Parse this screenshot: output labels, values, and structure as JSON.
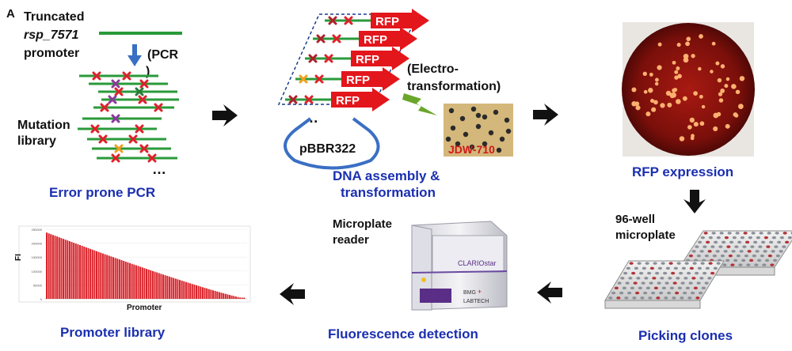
{
  "panel_label": "A",
  "step1": {
    "title_line1": "Truncated",
    "title_line2": "rsp_7571",
    "title_line3": "promoter",
    "pcr_label": "(PCR",
    "pcr_close": ")",
    "library_line1": "Mutation",
    "library_line2": "library",
    "ellipsis": "…",
    "caption": "Error prone PCR"
  },
  "step2": {
    "gene_label": "RFP",
    "plasmid_label": "pBBR322",
    "ellipsis": "…",
    "electro_line1": "(Electro-",
    "electro_line2": "transformation)",
    "strain_label": "JDW-710",
    "caption_line1": "DNA assembly &",
    "caption_line2": "transformation"
  },
  "step3": {
    "caption": "RFP expression"
  },
  "step4": {
    "plate_line1": "96-well",
    "plate_line2": "microplate",
    "caption": "Picking clones"
  },
  "step5": {
    "reader_line1": "Microplate",
    "reader_line2": "reader",
    "brand": "CLARIOstar",
    "maker_line1": "BMG",
    "maker_line2": "LABTECH",
    "caption": "Fluorescence detection"
  },
  "step6": {
    "caption": "Promoter library",
    "ylabel": "FI",
    "xlabel": "Promoter",
    "yticks": [
      "250000",
      "200000",
      "150000",
      "100000",
      "50000",
      "0"
    ]
  },
  "colors": {
    "dna": "#2a9a3a",
    "mutation": "#e0202a",
    "rfp": "#e3161c",
    "caption": "#1b2fb0",
    "agar": "#d4b77a",
    "plate": "#6b0d0a"
  }
}
